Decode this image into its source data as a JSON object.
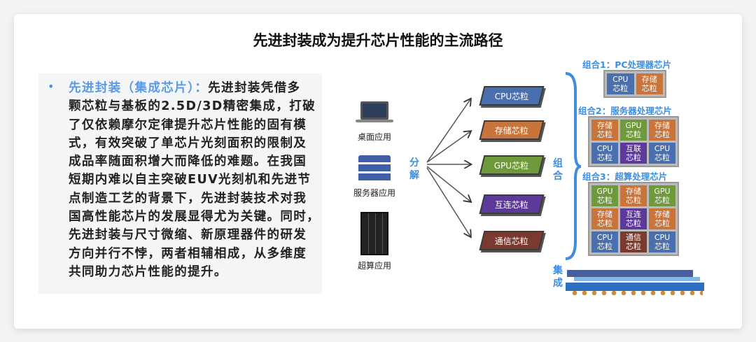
{
  "title": "先进封装成为提升芯片性能的主流路径",
  "text": {
    "highlight": "先进封装（集成芯片）：",
    "lines": [
      "先进封装凭借多",
      "颗芯粒与基板的2.5D/3D精密集成，打破",
      "了仅依赖摩尔定律提升芯片性能的固有模",
      "式，有效突破了单芯片光刻面积的限制及",
      "成品率随面积增大而降低的难题。在我国",
      "短期内难以自主突破EUV光刻机和先进节",
      "点制造工艺的背景下，先进封装技术对我",
      "国高性能芯片的发展显得尤为关键。同时，",
      "先进封装与尺寸微缩、新原理器件的研发",
      "方向并行不悖，两者相辅相成，从多维度",
      "共同助力芯片性能的提升。"
    ]
  },
  "apps": [
    "桌面应用",
    "服务器应用",
    "超算应用"
  ],
  "decompose": "分解",
  "combine": "组合",
  "integrate": "集成",
  "chips": [
    {
      "label": "CPU芯粒",
      "color": "#4a6fae"
    },
    {
      "label": "存储芯粒",
      "color": "#c9743a"
    },
    {
      "label": "GPU芯粒",
      "color": "#6f9a3c"
    },
    {
      "label": "互连芯粒",
      "color": "#5b3a99"
    },
    {
      "label": "通信芯粒",
      "color": "#7a3a30"
    }
  ],
  "combos": [
    {
      "title": "组合1：PC处理器芯片",
      "cols": 2,
      "cells": [
        [
          "CPU",
          "芯粒",
          "#4a6fae"
        ],
        [
          "存储",
          "芯粒",
          "#c9743a"
        ]
      ]
    },
    {
      "title": "组合2：服务器处理芯片",
      "cols": 3,
      "cells": [
        [
          "存储",
          "芯粒",
          "#c9743a"
        ],
        [
          "GPU",
          "芯粒",
          "#6f9a3c"
        ],
        [
          "存储",
          "芯粒",
          "#c9743a"
        ],
        [
          "CPU",
          "芯粒",
          "#4a6fae"
        ],
        [
          "互联",
          "芯粒",
          "#5b3a99"
        ],
        [
          "CPU",
          "芯粒",
          "#4a6fae"
        ]
      ]
    },
    {
      "title": "组合3：超算处理芯片",
      "cols": 3,
      "cells": [
        [
          "GPU",
          "芯粒",
          "#6f9a3c"
        ],
        [
          "存储",
          "芯粒",
          "#c9743a"
        ],
        [
          "GPU",
          "芯粒",
          "#6f9a3c"
        ],
        [
          "存储",
          "芯粒",
          "#c9743a"
        ],
        [
          "互连",
          "芯粒",
          "#5b3a99"
        ],
        [
          "存储",
          "芯粒",
          "#c9743a"
        ],
        [
          "CPU",
          "芯粒",
          "#4a6fae"
        ],
        [
          "通信",
          "芯粒",
          "#7a3a30"
        ],
        [
          "CPU",
          "芯粒",
          "#4a6fae"
        ]
      ]
    }
  ]
}
